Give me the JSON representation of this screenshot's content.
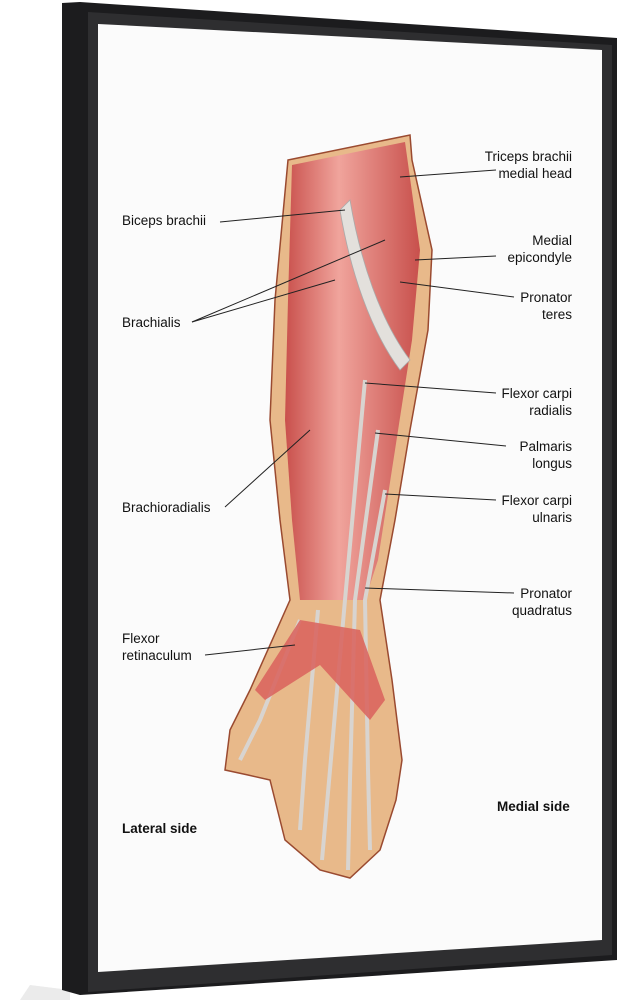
{
  "labels": {
    "triceps_1": "Triceps brachii",
    "triceps_2": "medial head",
    "biceps": "Biceps brachii",
    "epicondyle_1": "Medial",
    "epicondyle_2": "epicondyle",
    "pronator_teres_1": "Pronator",
    "pronator_teres_2": "teres",
    "brachialis": "Brachialis",
    "fcr_1": "Flexor carpi",
    "fcr_2": "radialis",
    "palmaris_1": "Palmaris",
    "palmaris_2": "longus",
    "brachioradialis": "Brachioradialis",
    "fcu_1": "Flexor carpi",
    "fcu_2": "ulnaris",
    "pq_1": "Pronator",
    "pq_2": "quadratus",
    "retinaculum_1": "Flexor",
    "retinaculum_2": "retinaculum",
    "lateral_side": "Lateral side",
    "medial_side": "Medial side"
  },
  "colors": {
    "frame": "#1c1c1e",
    "muscle": "#d9605c",
    "skin": "#e8b98a",
    "tendon": "#e3e0dc"
  }
}
